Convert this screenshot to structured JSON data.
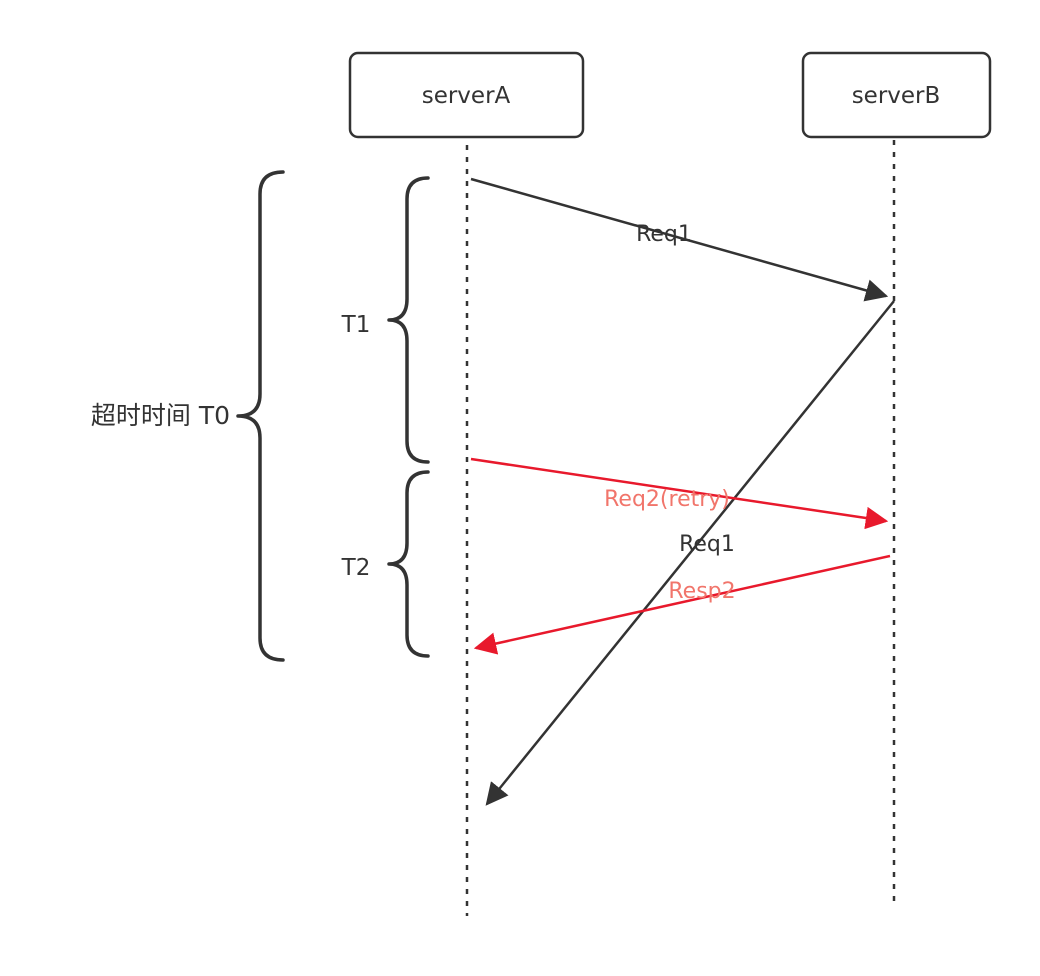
{
  "diagram": {
    "type": "sequence",
    "nodes": [
      {
        "id": "serverA",
        "label": "serverA"
      },
      {
        "id": "serverB",
        "label": "serverB"
      }
    ],
    "messages": [
      {
        "label": "Req1",
        "from": "serverA",
        "to": "serverB",
        "style": "normal"
      },
      {
        "label": "Req2(retry)",
        "from": "serverA",
        "to": "serverB",
        "style": "retry"
      },
      {
        "label": "Req1",
        "from": "serverB",
        "to": "serverA",
        "style": "normal"
      },
      {
        "label": "Resp2",
        "from": "serverB",
        "to": "serverA",
        "style": "retry"
      }
    ],
    "annotations": {
      "timeout_label": "超时时间 T0",
      "t1_label": "T1",
      "t2_label": "T2"
    },
    "colors": {
      "dark": "#333333",
      "red": "#e8192c",
      "red_label": "#f1756b",
      "background": "#ffffff"
    }
  }
}
